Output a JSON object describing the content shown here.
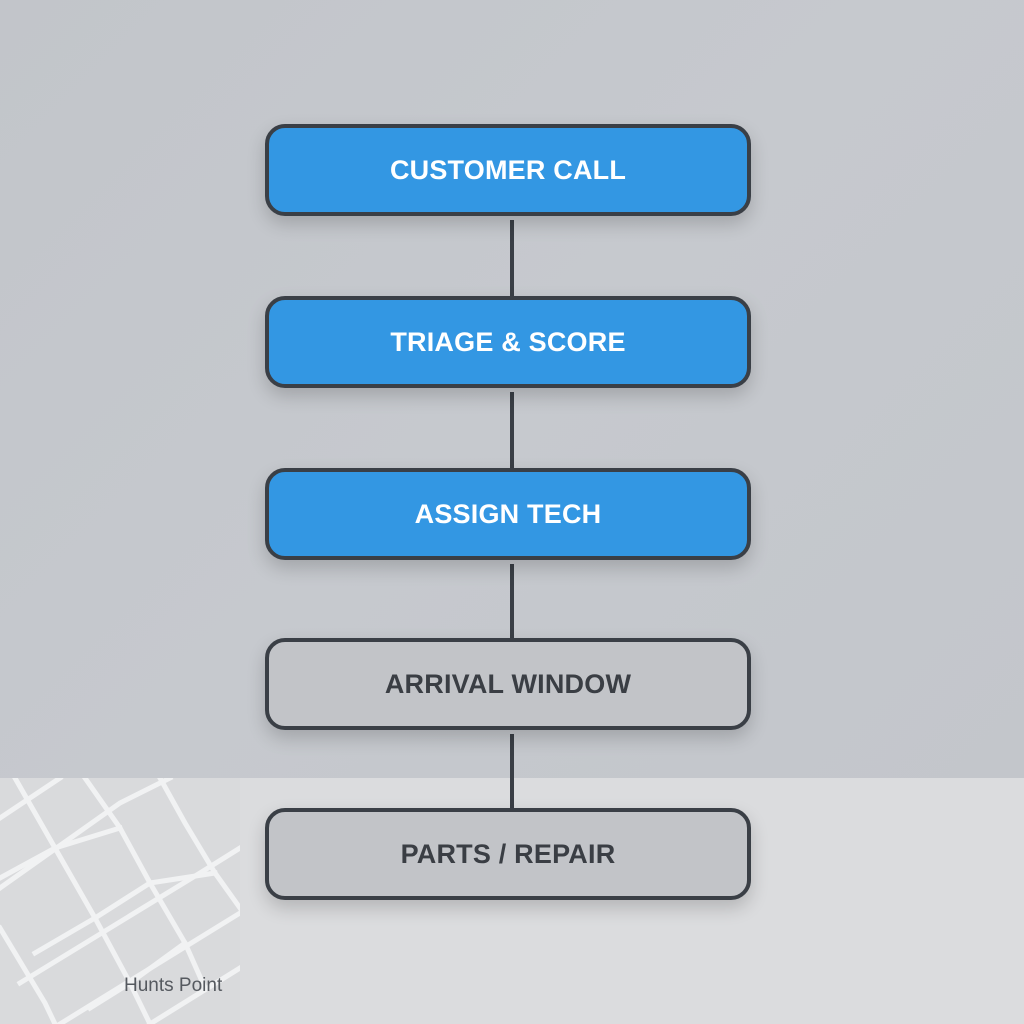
{
  "steps": [
    {
      "label": "CUSTOMER CALL",
      "state": "active"
    },
    {
      "label": "TRIAGE & SCORE",
      "state": "active"
    },
    {
      "label": "ASSIGN TECH",
      "state": "active"
    },
    {
      "label": "ARRIVAL WINDOW",
      "state": "inactive"
    },
    {
      "label": "PARTS / REPAIR",
      "state": "inactive"
    }
  ],
  "map": {
    "label": "Hunts Point"
  },
  "colors": {
    "active": "#3397e3",
    "inactive": "#c2c4c8",
    "border": "#3a3f46"
  }
}
